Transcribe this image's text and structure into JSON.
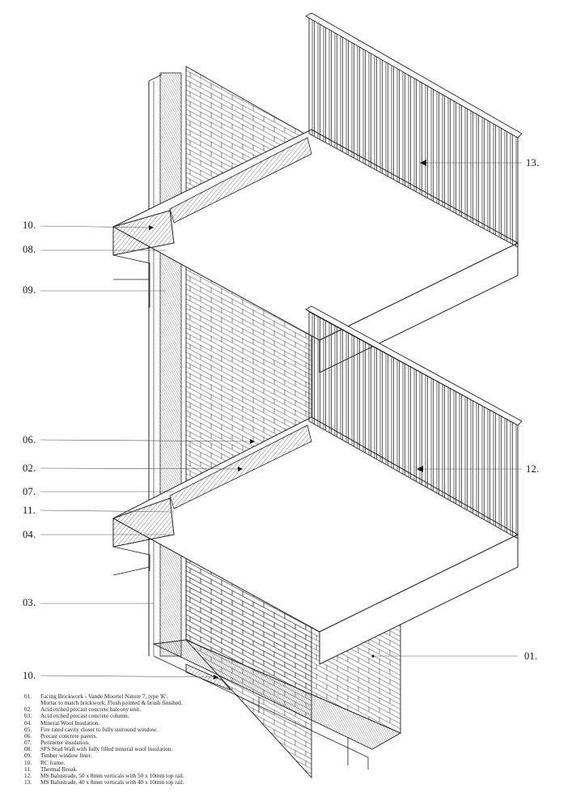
{
  "callouts": [
    {
      "id": "10",
      "label": "10."
    },
    {
      "id": "08",
      "label": "08."
    },
    {
      "id": "09",
      "label": "09."
    },
    {
      "id": "06",
      "label": "06."
    },
    {
      "id": "02",
      "label": "02."
    },
    {
      "id": "07",
      "label": "07."
    },
    {
      "id": "11",
      "label": "11."
    },
    {
      "id": "04",
      "label": "04."
    },
    {
      "id": "03",
      "label": "03."
    },
    {
      "id": "10b",
      "label": "10."
    },
    {
      "id": "13",
      "label": "13."
    },
    {
      "id": "12",
      "label": "12."
    },
    {
      "id": "01",
      "label": "01."
    }
  ],
  "notes": [
    {
      "num": "01.",
      "text": "Facing Brickwork - Vande Moortel Nature 7, type 'K'.\nMortar to match brickwork. Flush pointed & brush finished."
    },
    {
      "num": "02.",
      "text": "Acid etched precast concrete balcony unit."
    },
    {
      "num": "03.",
      "text": "Acid etched precast concrete column."
    },
    {
      "num": "04.",
      "text": "Mineral Wool Insulation."
    },
    {
      "num": "05.",
      "text": "Fire rated cavity closer to fully surround window."
    },
    {
      "num": "06.",
      "text": "Precast concrete pavers."
    },
    {
      "num": "07.",
      "text": "Perimeter insulation."
    },
    {
      "num": "08.",
      "text": "SFS Stud Wall with fully filled mineral wool insulation."
    },
    {
      "num": "09.",
      "text": "Timber window liner."
    },
    {
      "num": "10.",
      "text": "RC frame."
    },
    {
      "num": "11.",
      "text": "Thermal Break."
    },
    {
      "num": "12.",
      "text": "MS Balustrade, 50 x 8mm verticals with 50 x 10mm top rail."
    },
    {
      "num": "13.",
      "text": "MS Balustrade, 40 x 8mm verticals with 40 x 10mm top rail."
    }
  ]
}
